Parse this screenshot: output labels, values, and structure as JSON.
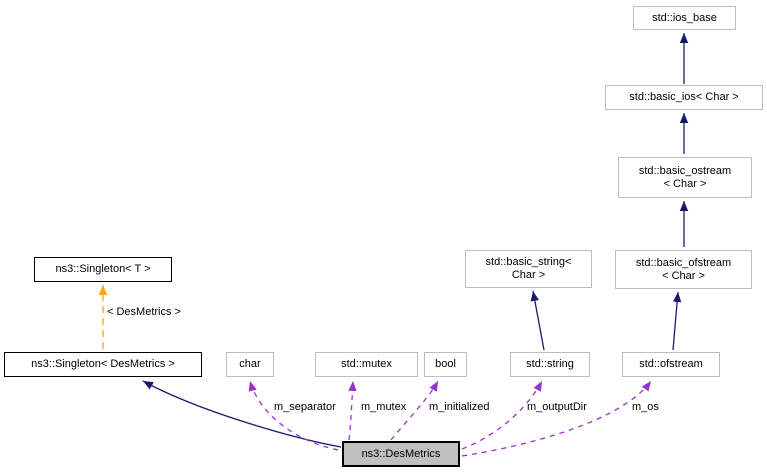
{
  "diagram": {
    "kind": "collaboration-graph",
    "focus_class": "ns3::DesMetrics"
  },
  "nodes": {
    "ios_base": {
      "label": "std::ios_base"
    },
    "basic_ios": {
      "label": "std::basic_ios< Char >"
    },
    "basic_ostream": {
      "label": "std::basic_ostream\n< Char >"
    },
    "basic_ofstream": {
      "label": "std::basic_ofstream\n< Char >"
    },
    "ofstream": {
      "label": "std::ofstream"
    },
    "basic_string": {
      "label": "std::basic_string<\nChar >"
    },
    "string": {
      "label": "std::string"
    },
    "singleton_t": {
      "label": "ns3::Singleton< T >"
    },
    "singleton_desmetrics": {
      "label": "ns3::Singleton< DesMetrics >"
    },
    "char": {
      "label": "char"
    },
    "mutex": {
      "label": "std::mutex"
    },
    "bool": {
      "label": "bool"
    },
    "desmetrics": {
      "label": "ns3::DesMetrics"
    }
  },
  "edge_labels": {
    "template_instantiation": "< DesMetrics >",
    "m_separator": "m_separator",
    "m_mutex": "m_mutex",
    "m_initialized": "m_initialized",
    "m_outputDir": "m_outputDir",
    "m_os": "m_os"
  },
  "colors": {
    "inheritance_edge": "#191970",
    "usage_edge": "#9a32cd",
    "template_edge": "#ffa500",
    "node_border": "#bdbdbd",
    "focus_node_border": "#000000",
    "focus_node_fill": "#bfbfbf",
    "background": "#ffffff"
  }
}
